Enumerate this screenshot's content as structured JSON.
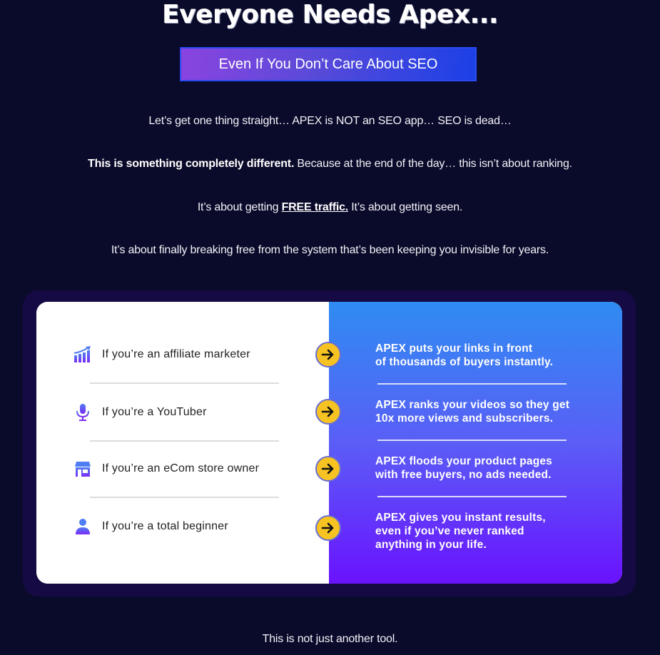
{
  "header": {
    "headline": "Everyone Needs Apex...",
    "subhead_button": "Even If You Don’t Care About SEO"
  },
  "intro": {
    "line1": "Let’s get one thing straight… APEX is NOT an SEO app… SEO is dead…",
    "line2_bold": "This is something completely different.",
    "line2_rest": " Because at the end of the day… this isn’t about ranking.",
    "line3_pre": "It’s about getting ",
    "line3_link": "FREE traffic.",
    "line3_post": " It’s about getting seen.",
    "line4": "It’s about finally breaking free from the system that’s been keeping you invisible for years."
  },
  "audiences": [
    {
      "icon": "growth-chart-icon",
      "label": "If you’re an affiliate marketer",
      "benefit_line1": "APEX puts your links in front",
      "benefit_line2": "of thousands of buyers instantly.",
      "benefit_line3": ""
    },
    {
      "icon": "microphone-icon",
      "label": "If you’re a YouTuber",
      "benefit_line1": "APEX ranks your videos so they get",
      "benefit_line2": "10x more views and subscribers.",
      "benefit_line3": ""
    },
    {
      "icon": "storefront-icon",
      "label": "If you’re an eCom store owner",
      "benefit_line1": "APEX floods your product pages",
      "benefit_line2": "with free buyers, no ads needed.",
      "benefit_line3": ""
    },
    {
      "icon": "user-icon",
      "label": "If you’re a total beginner",
      "benefit_line1": "APEX gives you instant results,",
      "benefit_line2": "even if you’ve never ranked",
      "benefit_line3": "anything in your life."
    }
  ],
  "arrow_icon": "arrow-right-icon",
  "footer": {
    "text": "This is not just another tool."
  },
  "colors": {
    "background": "#0a0a2a",
    "wrapper": "#150a44",
    "gradient_top": "#2f8cf2",
    "gradient_bottom": "#6a12ff",
    "arrow_yellow": "#f7c322",
    "button_blue": "#1b40e6",
    "button_purple": "#8a44e0"
  }
}
